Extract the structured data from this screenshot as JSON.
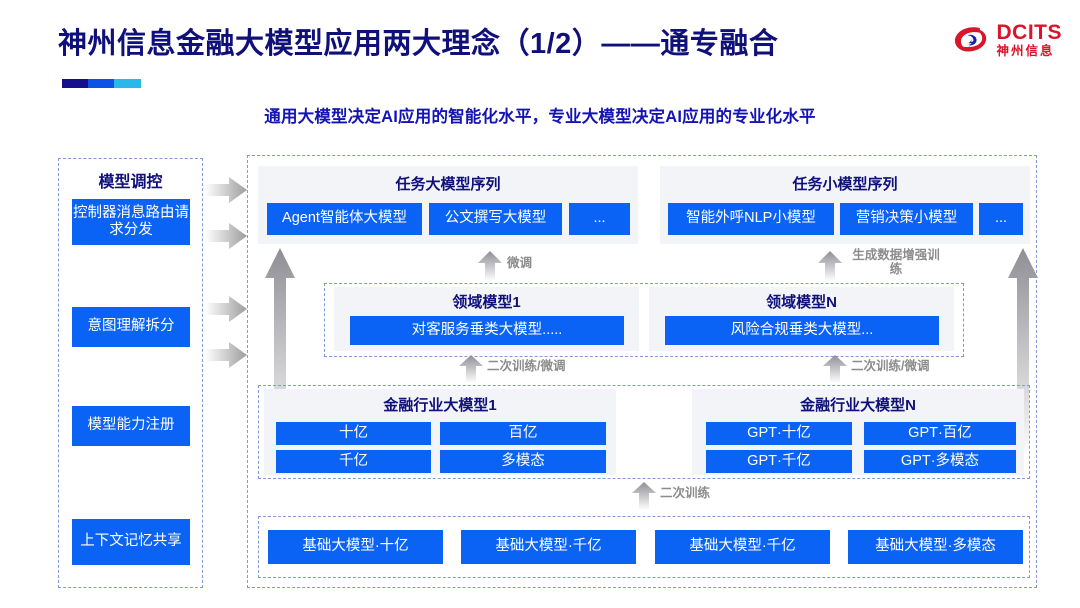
{
  "header": {
    "title": "神州信息金融大模型应用两大理念（1/2）——通专融合",
    "subtitle": "通用大模型决定AI应用的智能化水平，专业大模型决定AI应用的专业化水平",
    "logo_en": "DCITS",
    "logo_cn": "神州信息",
    "accent_colors": [
      "#150f8c",
      "#0c51e8",
      "#2ab8ea"
    ],
    "title_color": "#10107a",
    "brand_color": "#d9152b",
    "box_color": "#0b63f6"
  },
  "sidebar": {
    "title": "模型调控",
    "items": [
      {
        "label": "控制器消息路由请求分发"
      },
      {
        "label": "意图理解拆分"
      },
      {
        "label": "模型能力注册"
      },
      {
        "label": "上下文记忆共享"
      }
    ]
  },
  "layers": {
    "task_large": {
      "title": "任务大模型序列",
      "items": [
        "Agent智能体大模型",
        "公文撰写大模型",
        "..."
      ]
    },
    "task_small": {
      "title": "任务小模型序列",
      "items": [
        "智能外呼NLP小模型",
        "营销决策小模型",
        "..."
      ]
    },
    "domain": [
      {
        "title": "领域模型1",
        "item": "对客服务垂类大模型....."
      },
      {
        "title": "领域模型N",
        "item": "风险合规垂类大模型..."
      }
    ],
    "industry": [
      {
        "title": "金融行业大模型1",
        "items": [
          "十亿",
          "百亿",
          "千亿",
          "多模态"
        ]
      },
      {
        "title": "金融行业大模型N",
        "items": [
          "GPT·十亿",
          "GPT·百亿",
          "GPT·千亿",
          "GPT·多模态"
        ]
      }
    ],
    "foundation": {
      "items": [
        "基础大模型·十亿",
        "基础大模型·千亿",
        "基础大模型·千亿",
        "基础大模型·多模态"
      ]
    }
  },
  "arrow_labels": {
    "finetune": "微调",
    "data_aug": "生成数据增强训练",
    "retrain_finetune_left": "二次训练/微调",
    "retrain_finetune_right": "二次训练/微调",
    "retrain": "二次训练"
  }
}
